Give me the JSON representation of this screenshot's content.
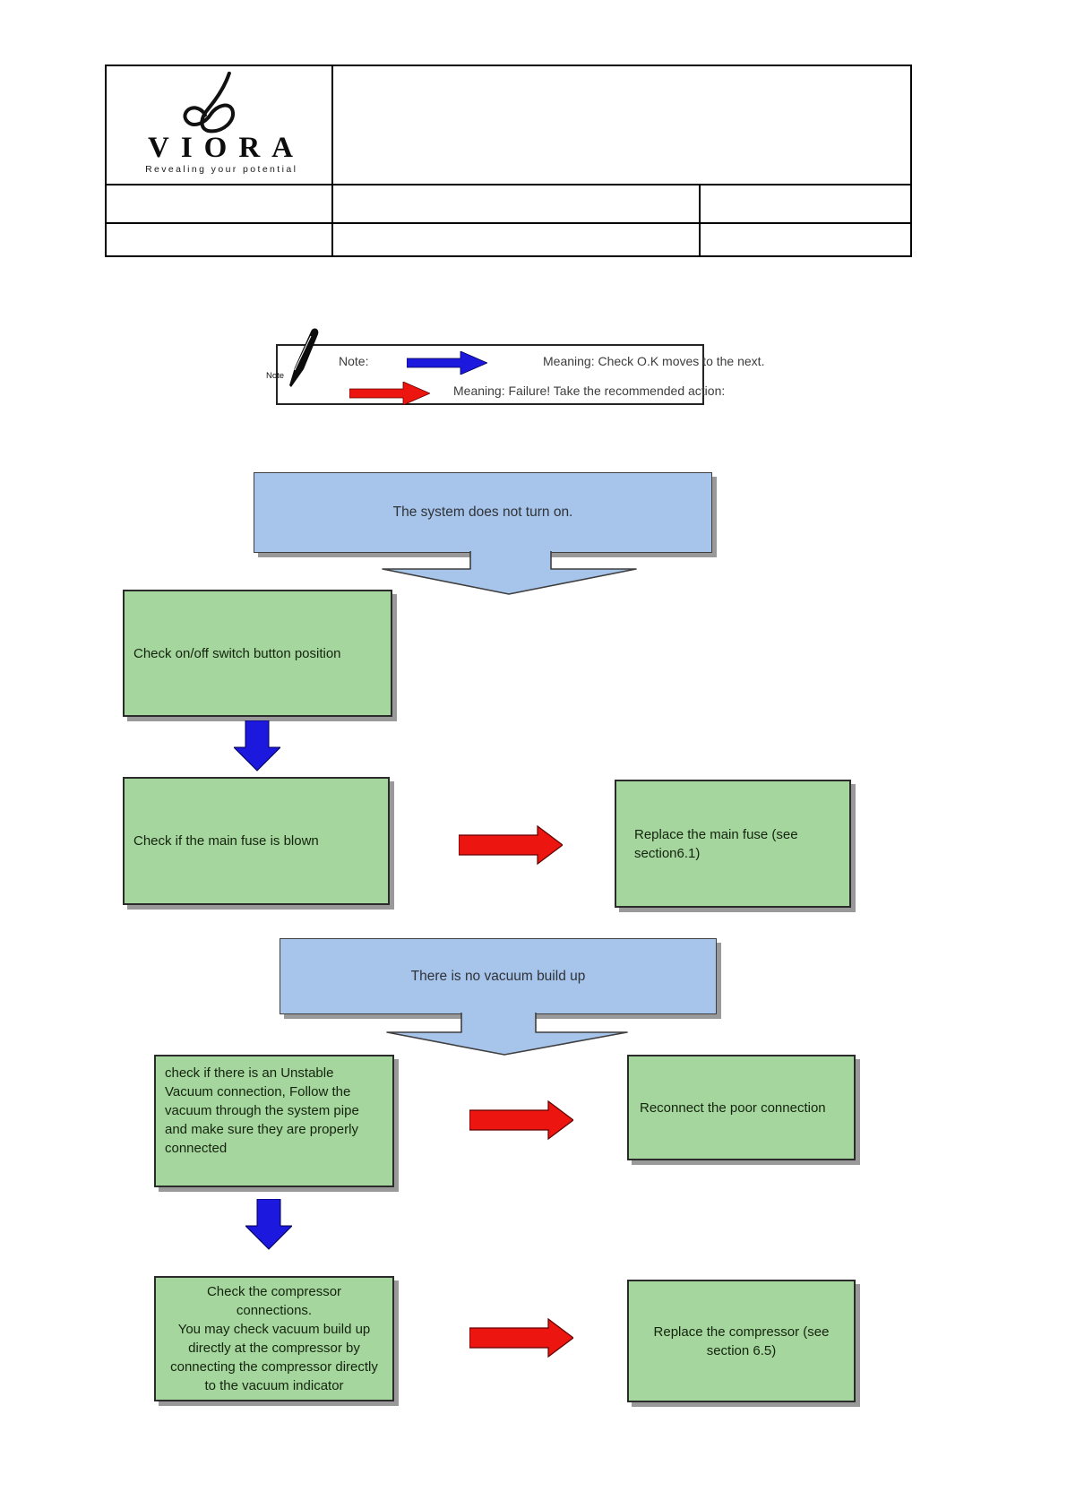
{
  "logo": {
    "wordmark": "VIORA",
    "tagline": "Revealing your potential"
  },
  "legend": {
    "icon_caption": "Note",
    "note_label": "Note:",
    "ok_meaning": "Meaning: Check O.K moves to the next.",
    "fail_meaning": "Meaning:  Failure! Take the recommended action:"
  },
  "flow": {
    "problem1": "The system does not turn on.",
    "step_switch": "Check on/off switch button position",
    "step_fuse": "Check if the main fuse is blown",
    "action_fuse": "Replace the main fuse (see\nsection6.1)",
    "problem2": "There is no vacuum build up",
    "step_vacuum": "check if there is an Unstable\nVacuum connection, Follow the\nvacuum through the system pipe\nand make sure they are properly\nconnected",
    "action_reconnect": "Reconnect the poor connection",
    "step_compressor_title": "Check the compressor\nconnections.",
    "step_compressor_body": "You may check vacuum build up\ndirectly at the compressor by\nconnecting the compressor directly\nto the vacuum indicator",
    "action_compressor": "Replace the compressor (see\nsection 6.5)"
  },
  "colors": {
    "problem_fill": "#a7c4ea",
    "step_fill": "#a5d69e",
    "ok_arrow": "#1c18dd",
    "fail_arrow": "#ec1510"
  }
}
